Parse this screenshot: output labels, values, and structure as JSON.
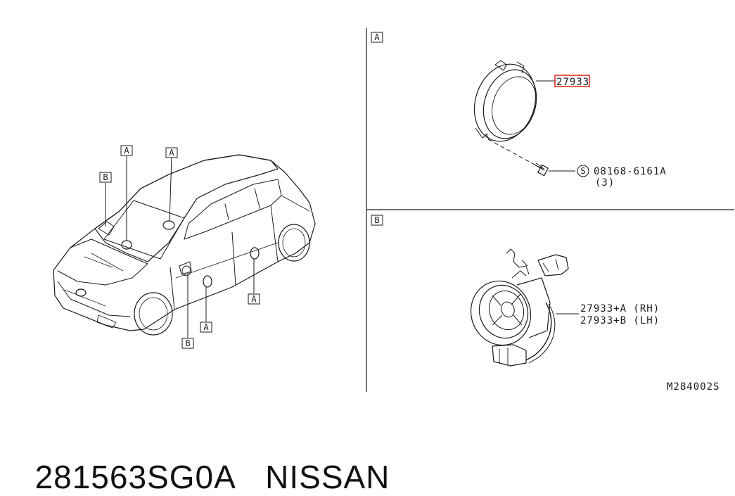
{
  "callouts": {
    "car_a1": "A",
    "car_a2": "A",
    "car_b1": "B",
    "car_b2": "B",
    "car_a3": "A",
    "car_a4": "A"
  },
  "panel_a": {
    "tag": "A",
    "speaker_part": "27933",
    "screw_symbol": "S",
    "screw_part": "08168-6161A",
    "screw_qty": "(3)"
  },
  "panel_b": {
    "tag": "B",
    "part_rh": "27933+A (RH)",
    "part_lh": "27933+B (LH)"
  },
  "diagram_code": "M284002S",
  "footer": {
    "part_number": "281563SG0A",
    "brand": "NISSAN"
  },
  "colors": {
    "highlight": "#e0201c",
    "line": "#1a1a1a"
  }
}
